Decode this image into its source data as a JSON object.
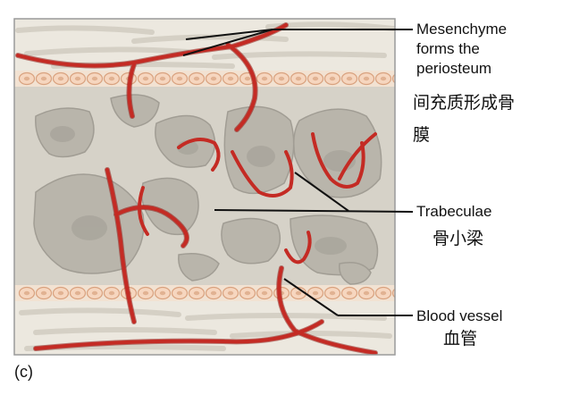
{
  "labels": {
    "mesenchyme_line1": "Mesenchyme",
    "mesenchyme_line2": "forms the",
    "mesenchyme_line3": "periosteum",
    "mesenchyme_cn_line1": "间充质形成骨",
    "mesenchyme_cn_line2": "膜",
    "trabeculae": "Trabeculae",
    "trabeculae_cn": "骨小梁",
    "blood_vessel": "Blood vessel",
    "blood_vessel_cn": "血管",
    "panel": "(c)"
  },
  "colors": {
    "border": "#9a9a9a",
    "mesenchyme": "#ece8df",
    "fiber": "#d8d4ca",
    "periosteum": "#f2e2d2",
    "periosteum_cell": "#f6d6bf",
    "periosteum_cell_edge": "#d9a27f",
    "bone": "#d6d2c8",
    "cavity": "#b9b5ab",
    "cavity_dark": "#a19d94",
    "vessel": "#c42b24",
    "vessel_dark": "#8f1a15",
    "leader": "#111111"
  }
}
